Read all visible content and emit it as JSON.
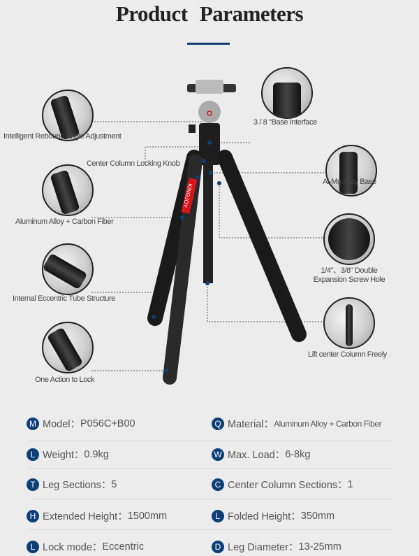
{
  "header": {
    "title": "Product  Parameters"
  },
  "colors": {
    "accent": "#0d3e78",
    "background": "#ececec",
    "brand_red": "#d9151c"
  },
  "brand_on_leg": "KINGJOY",
  "callouts": {
    "rebound": "Intelligent Rebound Angle Adjustment",
    "locking_knob": "Center Column Locking Knob",
    "base_interface": "3 / 8 \"Base Interface",
    "alloy_base": "Al-Mg Alloy Base",
    "material": "Aluminum Alloy + Carbon Fiber",
    "screw_hole_line1": "1/4\"、3/8\" Double",
    "screw_hole_line2": "Expansion Screw Hole",
    "eccentric_tube": "Internal Eccentric Tube Structure",
    "lift_column": "Lift center Column Freely",
    "one_action": "One Action to Lock"
  },
  "specs": [
    {
      "left": {
        "icon": "M",
        "label": "Model：",
        "value": "P056C+B00"
      },
      "right": {
        "icon": "Q",
        "label": "Material：",
        "value": "Aluminum Alloy + Carbon Fiber"
      }
    },
    {
      "left": {
        "icon": "L",
        "label": "Weight：",
        "value": "0.9kg"
      },
      "right": {
        "icon": "W",
        "label": "Max. Load：",
        "value": "6-8kg"
      }
    },
    {
      "left": {
        "icon": "T",
        "label": "Leg Sections：",
        "value": "5"
      },
      "right": {
        "icon": "C",
        "label": "Center Column Sections：",
        "value": "1"
      }
    },
    {
      "left": {
        "icon": "H",
        "label": "Extended Height：",
        "value": "1500mm"
      },
      "right": {
        "icon": "L",
        "label": "Folded Height：",
        "value": "350mm"
      }
    },
    {
      "left": {
        "icon": "L",
        "label": "Lock mode：",
        "value": "Eccentric"
      },
      "right": {
        "icon": "D",
        "label": "Leg Diameter：",
        "value": "13-25mm"
      }
    }
  ]
}
